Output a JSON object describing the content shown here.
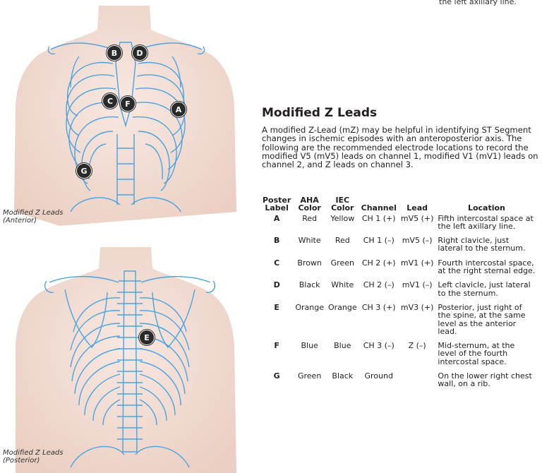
{
  "clipped_text": "the left axillary line.",
  "figures": {
    "anterior": {
      "caption_line1": "Modified Z Leads",
      "caption_line2": "(Anterior)",
      "markers": [
        "B",
        "D",
        "C",
        "F",
        "A",
        "G"
      ]
    },
    "posterior": {
      "caption_line1": "Modified Z Leads",
      "caption_line2": "(Posterior)",
      "markers": [
        "E"
      ]
    }
  },
  "section": {
    "title": "Modified Z Leads",
    "intro": "A modified Z-Lead (mZ) may be helpful in identifying ST Segment changes in ischemic episodes with an anteroposterior axis. The following are the recommended electrode locations to record the modified V5 (mV5) leads on channel 1, modified V1 (mV1) leads on channel 2, and Z leads on channel 3."
  },
  "table": {
    "headers": {
      "poster_label": [
        "Poster",
        "Label"
      ],
      "aha_color": [
        "AHA",
        "Color"
      ],
      "iec_color": [
        "IEC",
        "Color"
      ],
      "channel": "Channel",
      "lead": "Lead",
      "location": "Location"
    },
    "rows": [
      {
        "label": "A",
        "aha": "Red",
        "iec": "Yellow",
        "channel": "CH 1 (+)",
        "lead": "mV5 (+)",
        "location": "Fifth intercostal space at the left axillary line."
      },
      {
        "label": "B",
        "aha": "White",
        "iec": "Red",
        "channel": "CH 1 (–)",
        "lead": "mV5 (–)",
        "location": "Right clavicle, just lateral to the sternum."
      },
      {
        "label": "C",
        "aha": "Brown",
        "iec": "Green",
        "channel": "CH 2 (+)",
        "lead": "mV1 (+)",
        "location": "Fourth intercostal space, at the right sternal edge."
      },
      {
        "label": "D",
        "aha": "Black",
        "iec": "White",
        "channel": "CH 2 (–)",
        "lead": "mV1 (–)",
        "location": "Left clavicle, just lateral to the sternum."
      },
      {
        "label": "E",
        "aha": "Orange",
        "iec": "Orange",
        "channel": "CH 3 (+)",
        "lead": "mV3 (+)",
        "location": "Posterior, just right of the spine, at the same level as the anterior lead."
      },
      {
        "label": "F",
        "aha": "Blue",
        "iec": "Blue",
        "channel": "CH 3 (–)",
        "lead": "Z (–)",
        "location": "Mid-sternum, at the level of the fourth intercostal space."
      },
      {
        "label": "G",
        "aha": "Green",
        "iec": "Black",
        "channel": "Ground",
        "lead": "",
        "location": "On the lower right chest wall, on a rib."
      }
    ]
  },
  "colors": {
    "skin": "#f2ddd4",
    "bone_outline": "#4aa3df",
    "marker": "#2a2a2a",
    "text": "#231f20"
  }
}
